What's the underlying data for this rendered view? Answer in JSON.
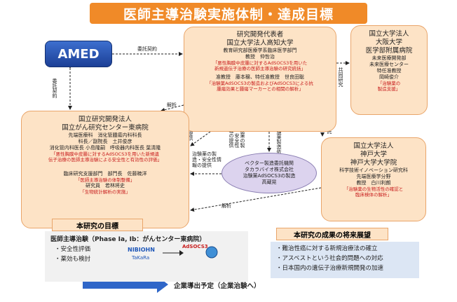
{
  "title": "医師主導治験実施体制・達成目標",
  "amed": "AMED",
  "labels": {
    "itaku_top": "委託契約",
    "itaku_left": "委託契約",
    "kaiseki": "解析",
    "data_teikyo": "データ提供",
    "kyodo_kenkyu": "共同研究",
    "saiitaku": "再委託",
    "chiken_seizo_teikyo": "治験薬の製造・安全性情報の提供",
    "chiken_seizo_irai": "治験薬製造依頼",
    "anzen_teikyo": "治験薬の製造・安全性情報の提供",
    "kaiseki2": "解析"
  },
  "pi": {
    "l1": "研究開発代表者",
    "l2": "国立大学法人高知大学",
    "l3": "教育研究部医療学系臨床医学部門",
    "l4": "教授　仲哲治",
    "l5": "「悪性胸膜中皮腫に対するAdSOCS3を用いた",
    "l6": "新規遺伝子治療の医師主導治験の研究統括」",
    "l7": "准教授　藤本穣、特任准教授　世良田聡",
    "l8": "「治験薬AdSOCS3の製造およびAdSOCS3による抗",
    "l9": "腫瘍効果と腫瘍マーカーとの相関の解析」"
  },
  "osaka": {
    "l1": "国立大学法人",
    "l2": "大阪大学",
    "l3": "医学部附属病院",
    "l4": "未来医療開発部",
    "l5": "未来医療センター",
    "l6": "特任准教授",
    "l7": "岡崎俊介",
    "l8": "「治験薬の",
    "l9": "製造支援」"
  },
  "ncc": {
    "l1": "国立研究開発法人",
    "l2": "国立がん研究センター東病院",
    "l3": "先端医療科　消化管腫瘍内科科長",
    "l4": "科長／副院長　土井俊彦",
    "l5": "消化管内科医長 小島隆嗣　呼吸器内科医長 葉清隆",
    "l6": "「悪性胸膜中皮腫に対するAdSOCS3を用いた新規遺",
    "l7": "伝子治療の医師主導治験による安全性と有効性の評価」",
    "l8": "臨床研究支援部門　部門長　佐藤暁洋",
    "l9": "「医師主導治験の体制整備」",
    "l10": "研究員　若林将史",
    "l11": "「生物統計解析の実施」"
  },
  "vector": {
    "l1": "ベクター製造委託機関",
    "l2": "タカラバイオ株式会社",
    "l3": "治験薬AdSOCS3の製造",
    "l4": "高蔵晃"
  },
  "kobe": {
    "l1": "国立大学法人",
    "l2": "神戸大学",
    "l3": "神戸大学大学院",
    "l4": "科学技術イノベーション研究科",
    "l5": "先端医療学分野",
    "l6": "教授　白川利朗",
    "l7": "「治験薬の生物活性の確認と",
    "l8": "臨床検体の解析」"
  },
  "goal": {
    "title": "本研究の目標",
    "trial": "医師主導治験（Phase Ia, Ib：がんセンター東病院）",
    "b1": "安全性評価",
    "b2": "薬効も検討",
    "logo1": "NIBIOHN",
    "logo2": "TaKaRa",
    "adsocs": "AdSOCS3",
    "future_line": "企業導出予定（企業治験へ）"
  },
  "future": {
    "title": "本研究の成果の将来展望",
    "b1": "難治性癌に対する新規治療法の確立",
    "b2": "アスベストという社会的問題への対応",
    "b3": "日本国内の遺伝子治療新規開発の加速"
  },
  "colors": {
    "title_bg": "#f08a28",
    "box_bg": "#fde3c6",
    "amed_bg": "#1c3f96",
    "vector_bg": "#dcd3ee",
    "future_bg": "#dce6f4",
    "red_text": "#c81e1e"
  }
}
